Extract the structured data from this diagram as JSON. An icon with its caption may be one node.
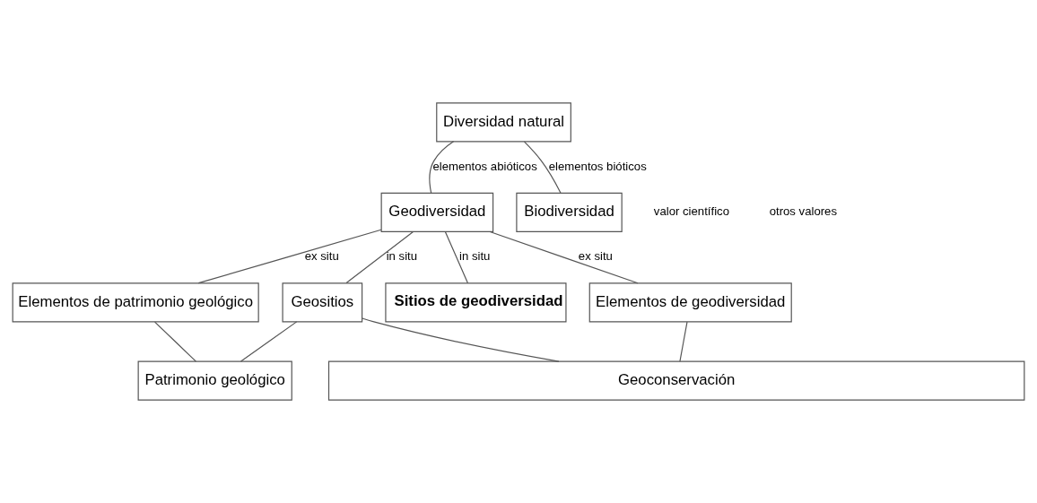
{
  "diagram": {
    "nodes": [
      {
        "text": [
          "Diversidad natural"
        ]
      },
      {
        "text": [
          "Geodiversidad"
        ]
      },
      {
        "text": [
          "Biodiversidad"
        ]
      },
      {
        "text": [
          "Geositios"
        ]
      },
      {
        "text": [
          "Elementos de patrimonio geológico"
        ]
      },
      {
        "text": [
          "Sitios de geodiversidad"
        ]
      },
      {
        "text": [
          "Elementos de geodiversidad"
        ]
      },
      {
        "text": [
          "Patrimonio geológico"
        ]
      },
      {
        "text": [
          "Geoconservación"
        ]
      }
    ],
    "edges": [
      {
        "from": 0,
        "to": 1,
        "arrow": "none",
        "label": "elementos abióticos"
      },
      {
        "from": 0,
        "to": 2,
        "arrow": "none",
        "label": "elementos bióticos"
      },
      {
        "from": 1,
        "to": 3,
        "arrow": "none",
        "label": "in situ"
      },
      {
        "from": 1,
        "to": 4,
        "arrow": "none",
        "label": "ex situ"
      },
      {
        "from": 1,
        "to": 5,
        "arrow": "none",
        "label": "in situ"
      },
      {
        "from": 1,
        "to": 6,
        "arrow": "none",
        "label": "ex situ"
      },
      {
        "from": 3,
        "to": 7,
        "arrow": "none"
      },
      {
        "from": 4,
        "to": 7,
        "arrow": "none"
      },
      {
        "from": 3,
        "to": 8,
        "arrow": "none"
      },
      {
        "from": 6,
        "to": 8,
        "arrow": "none"
      }
    ],
    "labels": [
      "valor científico",
      "otros valores"
    ]
  }
}
